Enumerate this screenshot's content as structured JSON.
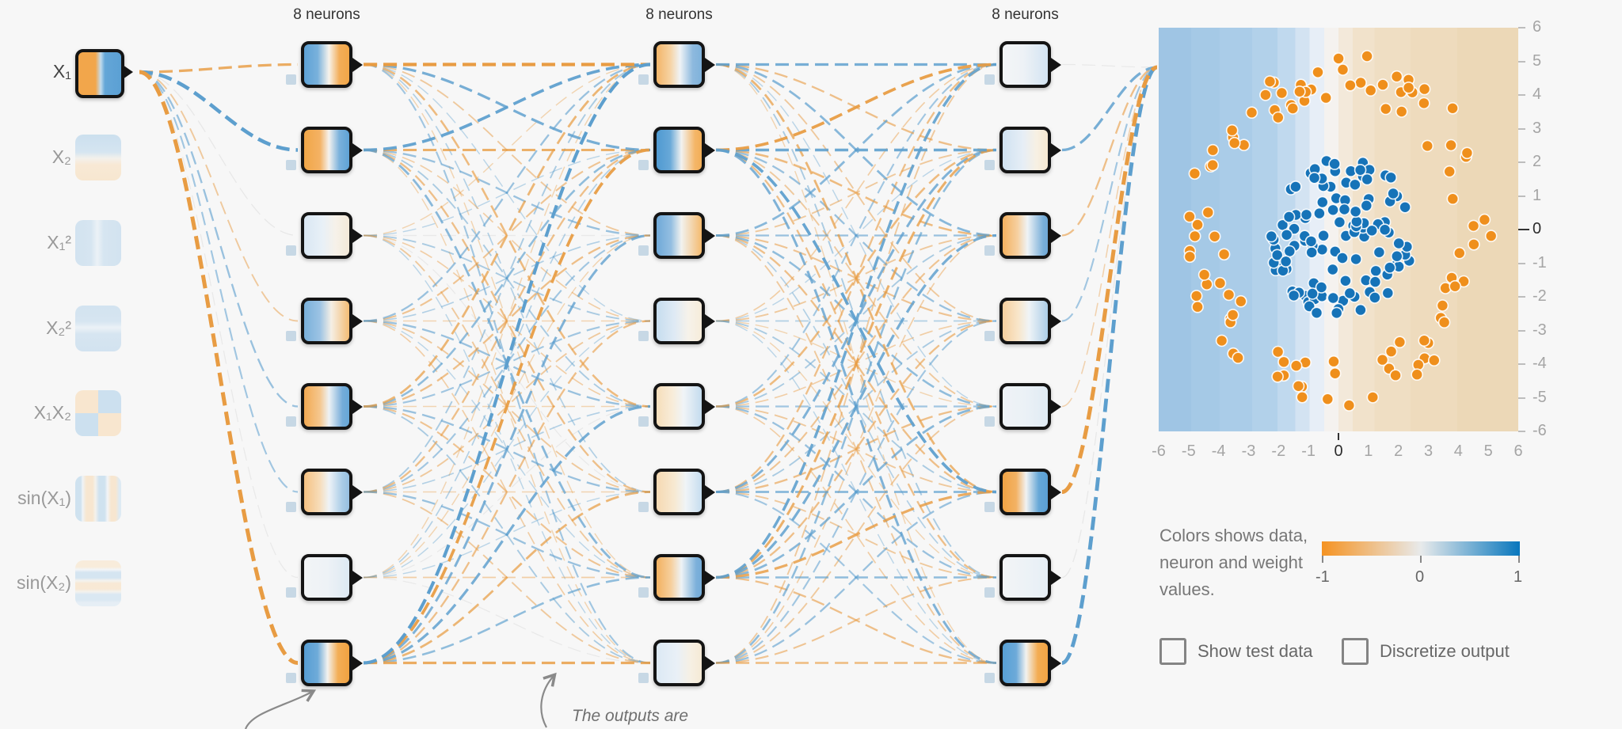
{
  "network": {
    "layer_labels": [
      "8 neurons",
      "8 neurons",
      "8 neurons"
    ],
    "features": [
      {
        "id": "x1",
        "label": "X₁",
        "active": true,
        "bg": "linear-gradient(to right,#f2a64b 0%,#f2a64b 40%,#c3dced 52%,#64a6d7 62%,#5ba0d4 100%)"
      },
      {
        "id": "x2",
        "label": "X₂",
        "active": false,
        "bg": "linear-gradient(to bottom,#a8cce7 0%,#b9d6ec 38%,#f1ece2 52%,#f8ddb9 65%,#f7d9b0 100%)"
      },
      {
        "id": "x1sq",
        "label": "X₁²",
        "active": false,
        "bg": "linear-gradient(to right,#b4d2ea 0%,#bcd7ec 35%,#e2edf6 48%,#bcd7ec 62%,#b4d2ea 100%)"
      },
      {
        "id": "x2sq",
        "label": "X₂²",
        "active": false,
        "bg": "linear-gradient(to bottom,#b4d2ea 0%,#bcd7ec 35%,#e2edf6 48%,#bcd7ec 62%,#b4d2ea 100%)"
      },
      {
        "id": "x1x2",
        "label": "X₁X₂",
        "active": false,
        "bg": "conic-gradient(#a9cde8 0deg 90deg,#f8d9ae 90deg 180deg,#a9cde8 180deg 270deg,#f8d9ae 270deg 360deg)"
      },
      {
        "id": "sinx1",
        "label": "sin(X₁)",
        "active": false,
        "bg": "linear-gradient(90deg,#aed0e9 0% 12%,#e8f0f7 16%,#f7d9b0 24% 38%,#f0ece4 44%,#aed0e9 52% 64%,#edf2f7 70%,#f7d9b0 78% 88%,#c9dff0 96% 100%)"
      },
      {
        "id": "sinx2",
        "label": "sin(X₂)",
        "active": false,
        "bg": "linear-gradient(180deg,#f8e3c4 0% 14%,#eff3f7 20%,#b9d6ec 26% 38%,#f2efe8 44%,#f8ddb9 50% 62%,#f0ede5 68%,#c3dbee 74% 86%,#d7e7f3 92% 100%)"
      }
    ],
    "layers": [
      {
        "neurons": [
          "linear-gradient(to right,#5ea2d5 0%,#79b1dc 30%,#f7f3ec 55%,#f3ae59 78%,#f1a647 100%)",
          "linear-gradient(to right,#f1a647 0%,#f4b264 35%,#f5f2ee 55%,#7ab1dc 78%,#5ea2d5 100%)",
          "linear-gradient(to right,#d9e7f3 0%,#e8f0f7 40%,#f6f1e9 70%,#f3e9d8 100%)",
          "linear-gradient(to right,#79b0da 0%,#9cc3e4 35%,#f5efe5 60%,#f4bc74 100%)",
          "linear-gradient(to right,#f2a952 0%,#f5c78e 35%,#eef2f5 55%,#74acd9 85%,#66a7d7 100%)",
          "linear-gradient(to right,#f5c182 0%,#f7ddba 35%,#eef3f7 55%,#a8cbe6 85%,#96bfe0 100%)",
          "linear-gradient(to right,#f2f4f6 0%,#eef2f6 50%,#dde9f3 100%)",
          "linear-gradient(to right,#569dd3 0%,#6fabd9 30%,#f3f2ef 52%,#f3ae56 75%,#f0a241 100%)"
        ]
      },
      {
        "neurons": [
          "linear-gradient(to right,#f3b568 0%,#f6d2a2 30%,#eff3f6 52%,#8db9de 80%,#7fb2db 100%)",
          "linear-gradient(to right,#4f9ad1 0%,#68a8d8 30%,#f2f2f0 55%,#f4b668 85%,#f2ad56 100%)",
          "linear-gradient(to right,#6fa9d8 0%,#94bee1 32%,#f2f2ef 55%,#f4ba6e 100%)",
          "linear-gradient(to right,#c6ddef 0%,#dfeaf4 40%,#f6f2ea 70%,#f6ecda 100%)",
          "linear-gradient(to right,#f6deba 0%,#f8ecd9 35%,#f0f4f7 60%,#c3dbee 100%)",
          "linear-gradient(to right,#f6d9b2 0%,#f7e9d2 40%,#eff4f7 65%,#c6ddef 100%)",
          "linear-gradient(to right,#f2b160 0%,#f6cf9d 32%,#eef3f6 55%,#7cb0da 88%,#74abd8 100%)",
          "linear-gradient(to right,#dce9f4 0%,#e9f0f7 45%,#f6f0e4 75%,#f5ead5 100%)"
        ]
      },
      {
        "neurons": [
          "linear-gradient(to right,#f3f5f7 0%,#eef2f6 45%,#d3e4f2 100%)",
          "linear-gradient(to right,#d0e2f1 0%,#e6eef6 45%,#f7f0e3 75%,#f6e8d0 100%)",
          "linear-gradient(to right,#f3b160 0%,#f6d0a0 33%,#eff3f6 55%,#78aed9 90%,#70a9d7 100%)",
          "linear-gradient(to right,#f5cf9e 0%,#f8e6cb 35%,#f0f4f7 58%,#abcde7 100%)",
          "linear-gradient(to right,#eff3f7 0%,#ebf1f6 50%,#e0ebf4 100%)",
          "linear-gradient(to right,#f0a344 0%,#f3b264 30%,#f1f2f2 52%,#66a7d7 80%,#5a9fd4 100%)",
          "linear-gradient(to right,#f2f4f6 0%,#edf2f6 50%,#e6eef5 100%)",
          "linear-gradient(to right,#57a0d6 0%,#6daad9 30%,#f2f2ef 52%,#f3ac52 78%,#f1a445 100%)"
        ]
      }
    ],
    "weights": {
      "input_to_l1": [
        -0.5,
        0.8,
        -0.06,
        -0.2,
        0.3,
        0.25,
        0.05,
        -0.9
      ],
      "l1_to_l2": [
        [
          -0.7,
          0.5,
          -0.2,
          0.1,
          -0.35,
          0.15,
          -0.1,
          0.25
        ],
        [
          0.6,
          -0.45,
          0.3,
          -0.15,
          0.2,
          -0.3,
          0.4,
          -0.1
        ],
        [
          -0.1,
          0.1,
          -0.05,
          0.2,
          -0.15,
          0.05,
          -0.2,
          0.1
        ],
        [
          0.3,
          -0.25,
          0.15,
          -0.1,
          0.3,
          -0.2,
          0.1,
          -0.15
        ],
        [
          -0.4,
          0.35,
          -0.3,
          0.25,
          -0.1,
          0.3,
          -0.25,
          0.2
        ],
        [
          0.2,
          -0.3,
          0.25,
          -0.2,
          0.15,
          -0.1,
          0.3,
          -0.2
        ],
        [
          -0.1,
          0.15,
          -0.1,
          0.1,
          -0.05,
          0.1,
          -0.15,
          0.05
        ],
        [
          0.7,
          -0.6,
          0.45,
          -0.3,
          0.5,
          -0.4,
          0.35,
          -0.5
        ]
      ],
      "l2_to_l3": [
        [
          0.5,
          -0.3,
          0.4,
          -0.2,
          0.1,
          -0.4,
          0.2,
          -0.1
        ],
        [
          -0.6,
          0.55,
          -0.35,
          0.3,
          -0.2,
          0.6,
          -0.3,
          0.45
        ],
        [
          0.4,
          -0.2,
          0.3,
          -0.25,
          0.35,
          -0.3,
          0.15,
          -0.2
        ],
        [
          -0.15,
          0.1,
          -0.2,
          0.15,
          -0.1,
          0.2,
          -0.1,
          0.1
        ],
        [
          0.25,
          -0.35,
          0.2,
          -0.15,
          0.25,
          -0.2,
          0.3,
          -0.15
        ],
        [
          -0.3,
          0.45,
          -0.25,
          0.2,
          -0.3,
          0.4,
          -0.2,
          0.25
        ],
        [
          0.55,
          -0.45,
          0.5,
          -0.3,
          0.4,
          -0.5,
          0.35,
          -0.3
        ],
        [
          -0.2,
          0.35,
          -0.15,
          0.25,
          -0.2,
          0.3,
          -0.25,
          -0.35
        ]
      ],
      "l3_to_output": [
        0.05,
        0.5,
        -0.3,
        0.25,
        -0.12,
        -0.9,
        0.06,
        0.85
      ]
    }
  },
  "output": {
    "x_tick_labels": [
      "-6",
      "-5",
      "-4",
      "-3",
      "-2",
      "-1",
      "0",
      "1",
      "2",
      "3",
      "4",
      "5",
      "6"
    ],
    "y_tick_labels": [
      "6",
      "5",
      "4",
      "3",
      "2",
      "1",
      "0",
      "-1",
      "-2",
      "-3",
      "-4",
      "-5",
      "-6"
    ],
    "background": "linear-gradient(to right,#9fc5e4 0%,#9fc5e4 9%,#a5c9e6 9%,#a5c9e6 17%,#aacce8 17%,#aacce8 26%,#b2d1ea 26%,#b2d1ea 33%,#c0d9ee 33%,#c0d9ee 38%,#d3e3f2 38%,#d3e3f2 42%,#e7eef7 42%,#e7eef7 46%,#f5f2ef 46%,#f5f2ef 50%,#f3e9da 50%,#f3e9da 54%,#f1e2cb 54%,#f1e2cb 60%,#efdec3 60%,#efdec3 70%,#eedbbd 70%,#eedbbd 83%,#ecd8b7 83%,#ecd8b7 100%)",
    "legend": {
      "text": "Colors shows data, neuron and weight values.",
      "tick_labels": [
        "-1",
        "0",
        "1"
      ],
      "colors": [
        "#f59322",
        "#e8eaeb",
        "#0877bd"
      ]
    },
    "checkboxes": [
      {
        "label": "Show test data",
        "checked": false
      },
      {
        "label": "Discretize output",
        "checked": false
      }
    ]
  },
  "chart_data": {
    "type": "scatter",
    "title": "",
    "xlabel": "",
    "ylabel": "",
    "xlim": [
      -6,
      6
    ],
    "ylim": [
      -6,
      6
    ],
    "grid": false,
    "clusters": [
      {
        "label": "positive class (blue, center blob)",
        "color": "#1673b8",
        "distribution": "disk",
        "center": [
          0.15,
          -0.3
        ],
        "radius": 2.45,
        "count": 115
      },
      {
        "label": "negative class (orange, outer ring)",
        "color": "#ef8f1c",
        "distribution": "ring",
        "center": [
          0,
          0
        ],
        "radius_inner": 3.85,
        "radius_outer": 5.25,
        "count": 105
      }
    ],
    "seed": 42
  },
  "annotations": {
    "outputs_note": "The outputs are"
  },
  "palette": {
    "weight_negative": "#e89c43",
    "weight_positive": "#5d9fce",
    "weight_zero": "#cccccc",
    "page_background": "#f7f7f7"
  }
}
